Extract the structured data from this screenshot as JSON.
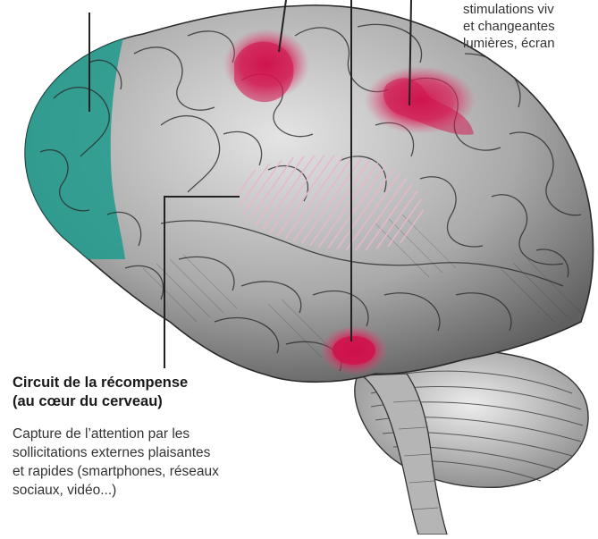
{
  "callouts": {
    "top_right": {
      "body": "stimulations viv\net changeantes\nlumières, écran"
    },
    "reward_circuit": {
      "title": "Circuit de la récompense\n(au cœur du cerveau)",
      "body": "Capture de l’attention par les\nsollicitations externes plaisantes\net rapides (smartphones, réseaux\nsociaux, vidéo...)"
    }
  },
  "colors": {
    "prefrontal": "#1f9a8c",
    "hotspot": "#d0104a",
    "hatch": "#e7b6cf",
    "brain_shade": "#7d7d7d",
    "brain_light": "#d6d6d6",
    "leader": "#222222",
    "text": "#333333"
  },
  "regions": [
    {
      "name": "prefrontal-cortex",
      "color_key": "prefrontal"
    },
    {
      "name": "frontal-hotspot",
      "color_key": "hotspot"
    },
    {
      "name": "parietal-hotspot",
      "color_key": "hotspot"
    },
    {
      "name": "brainstem-hotspot",
      "color_key": "hotspot"
    },
    {
      "name": "deep-reward-area",
      "color_key": "hatch"
    }
  ]
}
